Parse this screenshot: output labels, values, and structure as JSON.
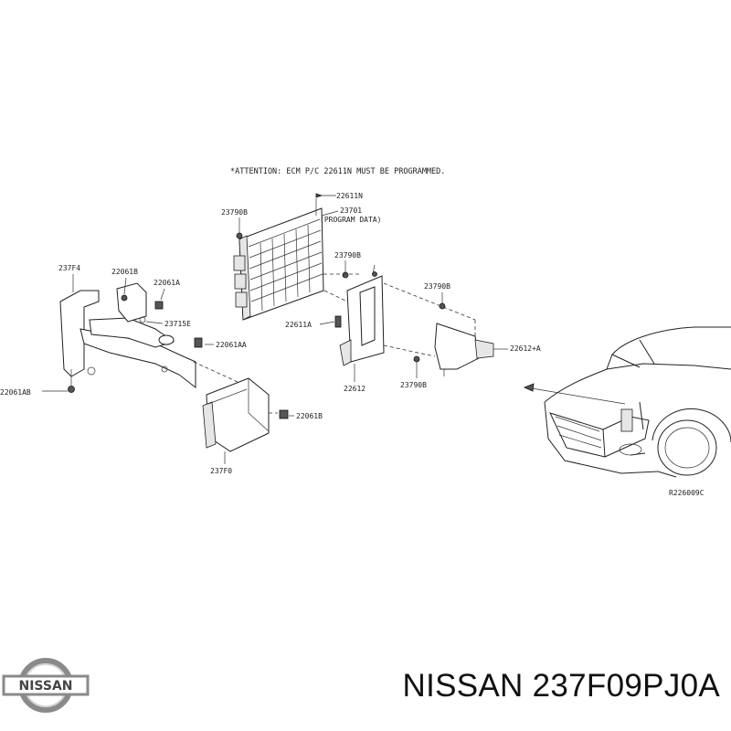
{
  "diagram": {
    "attention_note": "*ATTENTION: ECM P/C 22611N MUST BE PROGRAMMED.",
    "reference_code": "R226009C",
    "callouts": {
      "c22611N": "22611N",
      "c23701": "23701",
      "c23701_sub": "(PROGRAM DATA)",
      "c23790B_top": "23790B",
      "c23790B_mid": "23790B",
      "c23790B_right": "23790B",
      "c23790B_low": "23790B",
      "c237F4": "237F4",
      "c22061B_top": "22061B",
      "c22061A": "22061A",
      "c23715E": "23715E",
      "c22061AA": "22061AA",
      "c22061AB": "22061AB",
      "c22611A": "22611A",
      "c22612": "22612",
      "c22612A": "22612+A",
      "c22061B_low": "22061B",
      "c237F0": "237F0"
    }
  },
  "brand": {
    "logo_text": "NISSAN",
    "part_number": "NISSAN 237F09PJ0A"
  }
}
